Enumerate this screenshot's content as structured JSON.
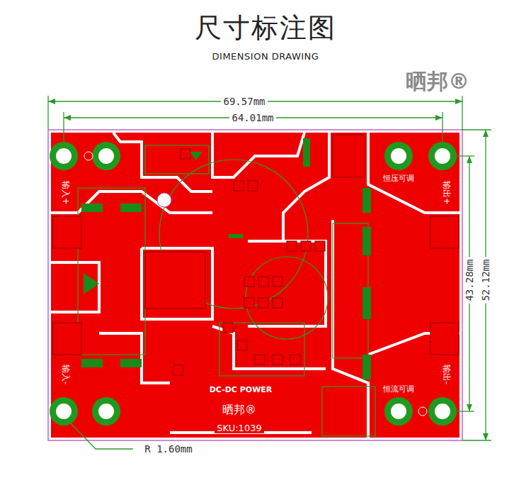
{
  "diagram": {
    "title": "尺寸标注图",
    "labels": [
      "DIMENSION DRAWING",
      "晒邦®",
      "69.57mm",
      "64.01mm",
      "43.28mm",
      "52.12mm",
      "R 1.60mm",
      "输入+",
      "输入-",
      "恒压可调",
      "输出+",
      "输出-",
      "恒流可调",
      "DC-DC POWER",
      "晒邦®",
      "SKU:1039"
    ]
  }
}
